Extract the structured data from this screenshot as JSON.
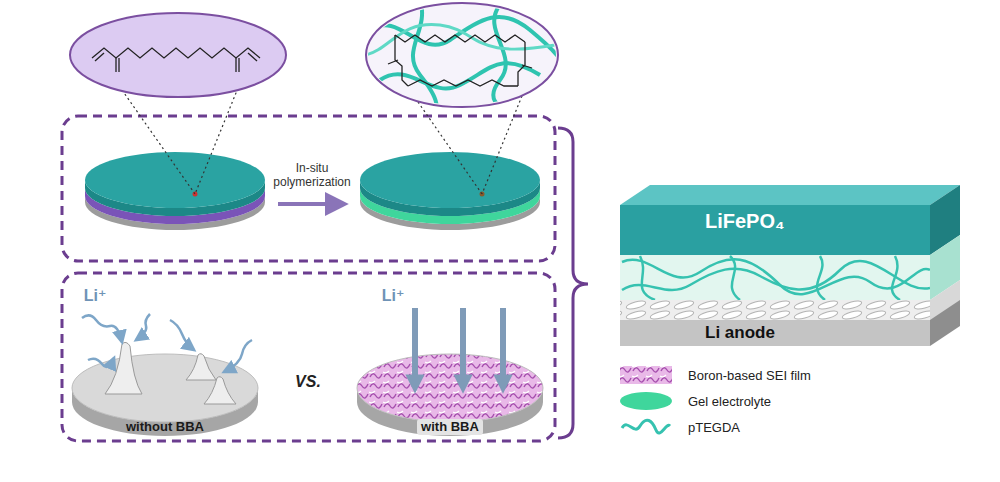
{
  "diagram": {
    "nodes": [
      {
        "text": [
          "without BBA"
        ]
      },
      {
        "text": [
          "with BBA"
        ]
      },
      {
        "text": [
          "LiFePO₄"
        ]
      },
      {
        "text": [
          "Li anode"
        ]
      }
    ],
    "labels": [
      "In-situ polymerization",
      "Li⁺",
      "Li⁺",
      "VS."
    ],
    "legend": [
      {
        "text": "Boron-based SEI film"
      },
      {
        "text": "Gel electrolyte",
        "color": "#3fd69c"
      },
      {
        "text": "pTEGDA"
      }
    ]
  }
}
